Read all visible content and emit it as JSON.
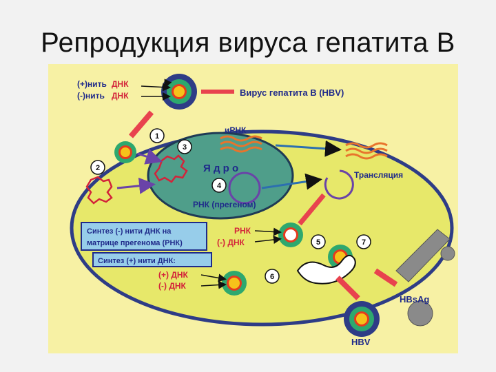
{
  "slide": {
    "title": "Репродукция вируса гепатита В"
  },
  "diagram": {
    "top_virus": {
      "plus_strand": "(+)нить",
      "minus_strand": "(-)нить",
      "dna": "ДНК"
    },
    "hbv_label": "Вирус гепатита В (HBV)",
    "nucleus_label": "Я д р о",
    "mrna_label": "иРНК",
    "pregenome_label": "РНК (прегеном)",
    "translation_label": "Трансляция",
    "synthesis_minus": {
      "line1": "Синтез (-) нити ДНК на",
      "line2": "матрице прегенома (РНК)"
    },
    "synthesis_plus": "Синтез (+) нити ДНК:",
    "capsid_labels": {
      "rna": "РНК",
      "minus_dna": "(-) ДНК"
    },
    "bottom_labels": {
      "plus_dna": "(+) ДНК",
      "minus_dna": "(-) ДНК"
    },
    "hbsag_label": "HBsAg",
    "hbv_out_label": "HBV",
    "steps": [
      "1",
      "2",
      "3",
      "4",
      "5",
      "6",
      "7"
    ],
    "colors": {
      "background": "#f7f1a4",
      "cell": "#e7e86a",
      "cell_border": "#2e3c86",
      "nucleus": "#4f9e8a",
      "label_blue": "#1f2a8a",
      "label_red": "#d3233a",
      "box_fill": "#97cdea",
      "arrow_red": "#e8434e",
      "arrow_purple": "#6a43a8",
      "arrow_blue": "#2c6fb0"
    }
  }
}
